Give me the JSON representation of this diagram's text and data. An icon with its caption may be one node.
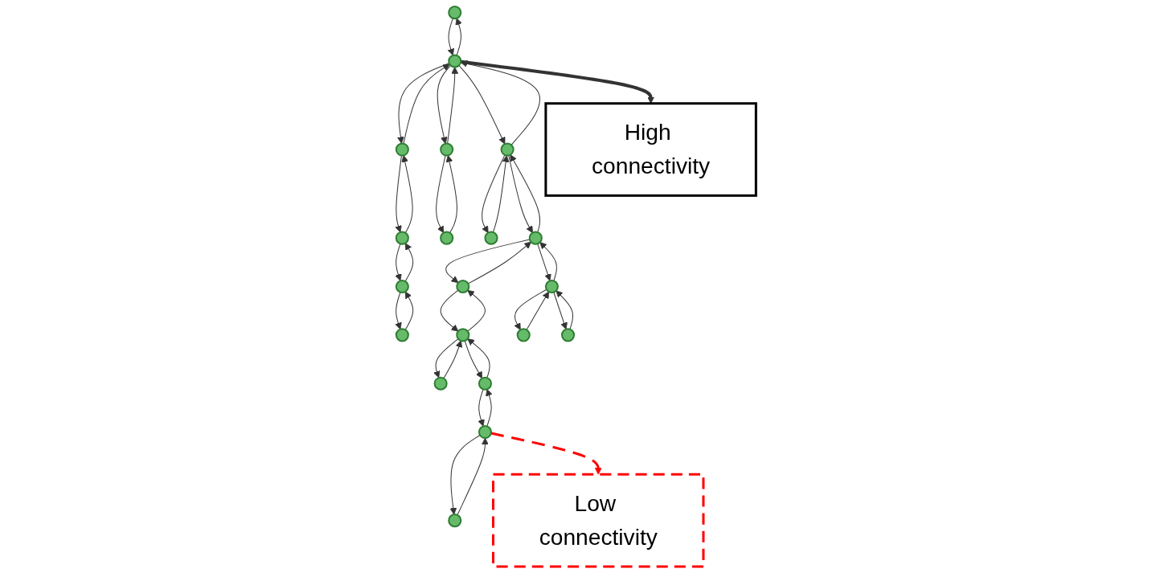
{
  "diagram": {
    "nodes": [
      {
        "text": [],
        "shape": "circle"
      },
      {
        "text": [],
        "shape": "circle"
      },
      {
        "text": [],
        "shape": "circle"
      },
      {
        "text": [],
        "shape": "circle"
      },
      {
        "text": [],
        "shape": "circle"
      },
      {
        "text": [],
        "shape": "circle"
      },
      {
        "text": [],
        "shape": "circle"
      },
      {
        "text": [],
        "shape": "circle"
      },
      {
        "text": [],
        "shape": "circle"
      },
      {
        "text": [],
        "shape": "circle"
      },
      {
        "text": [],
        "shape": "circle"
      },
      {
        "text": [],
        "shape": "circle"
      },
      {
        "text": [],
        "shape": "circle"
      },
      {
        "text": [],
        "shape": "circle"
      },
      {
        "text": [],
        "shape": "circle"
      },
      {
        "text": [],
        "shape": "circle"
      },
      {
        "text": [],
        "shape": "circle"
      },
      {
        "text": [],
        "shape": "circle"
      },
      {
        "text": [],
        "shape": "circle"
      },
      {
        "text": [],
        "shape": "circle"
      },
      {
        "text": [
          "High connectivity"
        ]
      },
      {
        "text": [
          "Low connectivity"
        ]
      }
    ],
    "edges": [
      {
        "from": 0,
        "to": 1,
        "arrow": "to"
      },
      {
        "from": 1,
        "to": 0,
        "arrow": "to"
      },
      {
        "from": 1,
        "to": 2,
        "arrow": "to"
      },
      {
        "from": 2,
        "to": 1,
        "arrow": "to"
      },
      {
        "from": 1,
        "to": 3,
        "arrow": "to"
      },
      {
        "from": 3,
        "to": 1,
        "arrow": "to"
      },
      {
        "from": 1,
        "to": 4,
        "arrow": "to"
      },
      {
        "from": 4,
        "to": 1,
        "arrow": "to"
      },
      {
        "from": 1,
        "to": 20,
        "arrow": "to",
        "style": "thick"
      },
      {
        "from": 2,
        "to": 5,
        "arrow": "to"
      },
      {
        "from": 5,
        "to": 2,
        "arrow": "to"
      },
      {
        "from": 3,
        "to": 6,
        "arrow": "to"
      },
      {
        "from": 6,
        "to": 3,
        "arrow": "to"
      },
      {
        "from": 4,
        "to": 7,
        "arrow": "to"
      },
      {
        "from": 7,
        "to": 4,
        "arrow": "to"
      },
      {
        "from": 4,
        "to": 8,
        "arrow": "to"
      },
      {
        "from": 8,
        "to": 4,
        "arrow": "to"
      },
      {
        "from": 5,
        "to": 9,
        "arrow": "to"
      },
      {
        "from": 9,
        "to": 5,
        "arrow": "to"
      },
      {
        "from": 8,
        "to": 10,
        "arrow": "to"
      },
      {
        "from": 10,
        "to": 8,
        "arrow": "to"
      },
      {
        "from": 8,
        "to": 11,
        "arrow": "to"
      },
      {
        "from": 11,
        "to": 8,
        "arrow": "to"
      },
      {
        "from": 9,
        "to": 12,
        "arrow": "to"
      },
      {
        "from": 12,
        "to": 9,
        "arrow": "to"
      },
      {
        "from": 10,
        "to": 13,
        "arrow": "to"
      },
      {
        "from": 13,
        "to": 10,
        "arrow": "to"
      },
      {
        "from": 11,
        "to": 14,
        "arrow": "to"
      },
      {
        "from": 14,
        "to": 11,
        "arrow": "to"
      },
      {
        "from": 11,
        "to": 15,
        "arrow": "to"
      },
      {
        "from": 15,
        "to": 11,
        "arrow": "to"
      },
      {
        "from": 13,
        "to": 16,
        "arrow": "to"
      },
      {
        "from": 16,
        "to": 13,
        "arrow": "to"
      },
      {
        "from": 13,
        "to": 17,
        "arrow": "to"
      },
      {
        "from": 17,
        "to": 13,
        "arrow": "to"
      },
      {
        "from": 17,
        "to": 18,
        "arrow": "to"
      },
      {
        "from": 18,
        "to": 17,
        "arrow": "to"
      },
      {
        "from": 18,
        "to": 19,
        "arrow": "to"
      },
      {
        "from": 19,
        "to": 18,
        "arrow": "to"
      },
      {
        "from": 18,
        "to": 21,
        "arrow": "to",
        "style": "dashed",
        "color": "#ff0000"
      }
    ]
  }
}
